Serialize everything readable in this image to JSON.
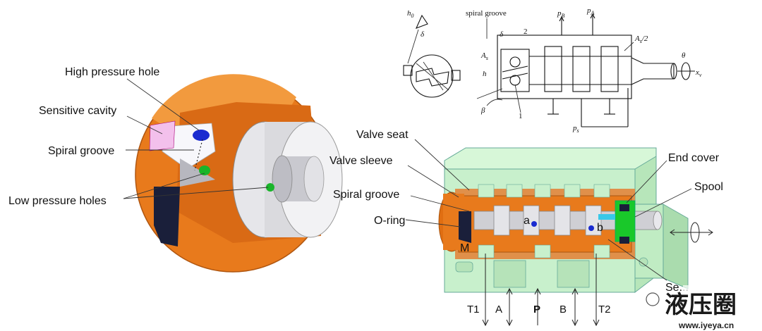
{
  "left_callouts": {
    "high_pressure_hole": "High pressure hole",
    "sensitive_cavity": "Sensitive cavity",
    "spiral_groove": "Spiral groove",
    "low_pressure_holes": "Low pressure holes"
  },
  "schematic": {
    "h0": "h",
    "h0_sub": "0",
    "delta": "δ",
    "spiral_groove": "spiral groove",
    "pB": "p",
    "pB_sub": "B",
    "pA": "p",
    "pA_sub": "A",
    "As2": "A",
    "As2_rest": "/2",
    "As_sub": "s",
    "num2": "2",
    "num1": "1",
    "As_left": "A",
    "As_left_sub": "s",
    "h": "h",
    "beta": "β",
    "theta": "θ",
    "xv": "x",
    "xv_sub": "v",
    "ps": "p",
    "ps_sub": "s"
  },
  "right_callouts": {
    "valve_seat": "Valve seat",
    "valve_sleeve": "Valve sleeve",
    "spiral_groove": "Spiral groove",
    "o_ring": "O-ring",
    "end_cover": "End cover",
    "spool": "Spool",
    "sensor_partial": "Se..."
  },
  "markers": {
    "a": "a",
    "b": "b",
    "M": "M"
  },
  "ports": [
    "T1",
    "A",
    "P",
    "B",
    "T2"
  ],
  "watermark": {
    "main": "液压圈",
    "url": "www.iyeya.cn"
  },
  "colors": {
    "housing": "#c8f0cc",
    "body_orange": "#e87a1c",
    "spool_grey": "#cfcfd4",
    "marker_blue": "#1a2bd0",
    "marker_green": "#19b52a",
    "dark": "#1a1f3a"
  }
}
